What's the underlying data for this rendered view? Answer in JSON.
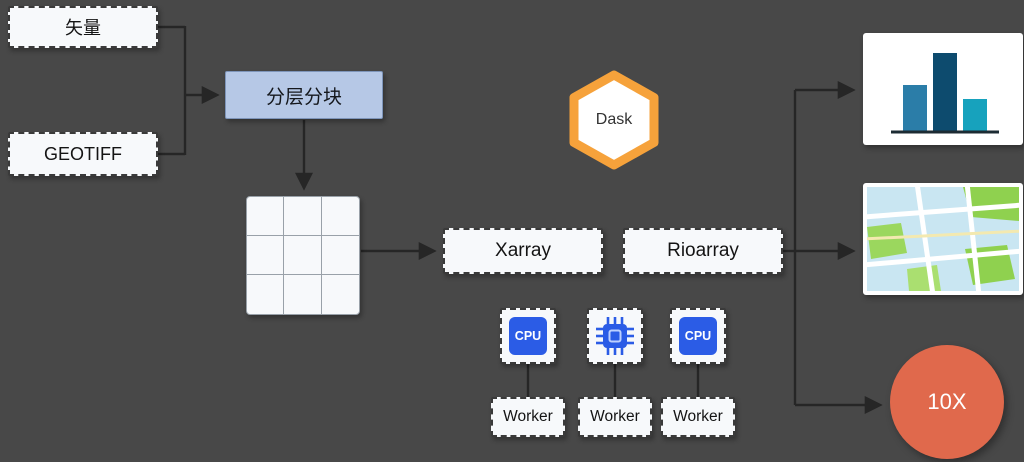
{
  "canvas": {
    "background": "#484848",
    "line_color": "#262626"
  },
  "diagram": {
    "inputs": {
      "vector": {
        "label": "矢量"
      },
      "geotiff": {
        "label": "GEOTIFF"
      }
    },
    "chunking": {
      "label": "分层分块",
      "fill": "#b6c8e6"
    },
    "tile_grid": {
      "rows": 3,
      "cols": 3
    },
    "dask": {
      "label": "Dask",
      "accent": "#f6a23b"
    },
    "arrays": {
      "xarray": {
        "label": "Xarray"
      },
      "rioarray": {
        "label": "Rioarray"
      }
    },
    "compute": {
      "cpu_left": {
        "label": "CPU"
      },
      "chip": {
        "icon": "chip-icon"
      },
      "cpu_right": {
        "label": "CPU"
      },
      "cpu_fill": "#2b5ce6"
    },
    "workers": [
      {
        "label": "Worker"
      },
      {
        "label": "Worker"
      },
      {
        "label": "Worker"
      }
    ],
    "outputs": {
      "chart_thumbnail": {
        "icon": "bar-chart-icon",
        "bars": [
          46,
          78,
          32
        ],
        "bar_colors": [
          "#2b7da8",
          "#0d4b6e",
          "#17a2bd"
        ]
      },
      "map_thumbnail": {
        "icon": "map-icon"
      },
      "speedup": {
        "label": "10X",
        "fill": "#e0694c"
      }
    }
  }
}
